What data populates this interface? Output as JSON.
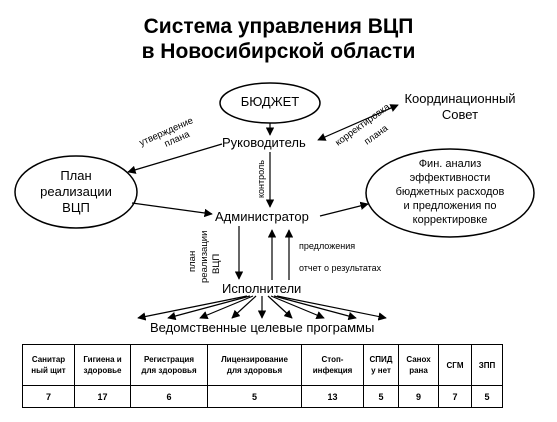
{
  "title_line1": "Система управления ВЦП",
  "title_line2": "в Новосибирской области",
  "nodes": {
    "budget": "БЮДЖЕТ",
    "leader": "Руководитель",
    "council": [
      "Координационный",
      "Совет"
    ],
    "plan": [
      "План",
      "реализации",
      "ВЦП"
    ],
    "admin": "Администратор",
    "analysis": [
      "Фин. анализ",
      "эффективности",
      "бюджетных расходов",
      "и предложения по",
      "корректировке"
    ],
    "executors": "Исполнители",
    "programs_heading": "Ведомственные целевые программы"
  },
  "edge_labels": {
    "approval": [
      "утверждение",
      "плана"
    ],
    "correction": [
      "корректировка",
      "плана"
    ],
    "control": "контроль",
    "plan_vcp": [
      "план",
      "реализации",
      "ВЦП"
    ],
    "proposals": "предложения",
    "report": "отчет о результатах"
  },
  "programs": [
    {
      "name": [
        "Санитар",
        "ный щит"
      ],
      "count": "7"
    },
    {
      "name": [
        "Гигиена и",
        "здоровье"
      ],
      "count": "17"
    },
    {
      "name": [
        "Регистрация",
        "для здоровья"
      ],
      "count": "6"
    },
    {
      "name": [
        "Лицензирование",
        "для здоровья"
      ],
      "count": "5"
    },
    {
      "name": [
        "Стоп-",
        "инфекция"
      ],
      "count": "13"
    },
    {
      "name": [
        "СПИД",
        "у нет"
      ],
      "count": "5"
    },
    {
      "name": [
        "Санох",
        "рана"
      ],
      "count": "9"
    },
    {
      "name": [
        "СГМ"
      ],
      "count": "7"
    },
    {
      "name": [
        "ЗПП"
      ],
      "count": "5"
    }
  ]
}
